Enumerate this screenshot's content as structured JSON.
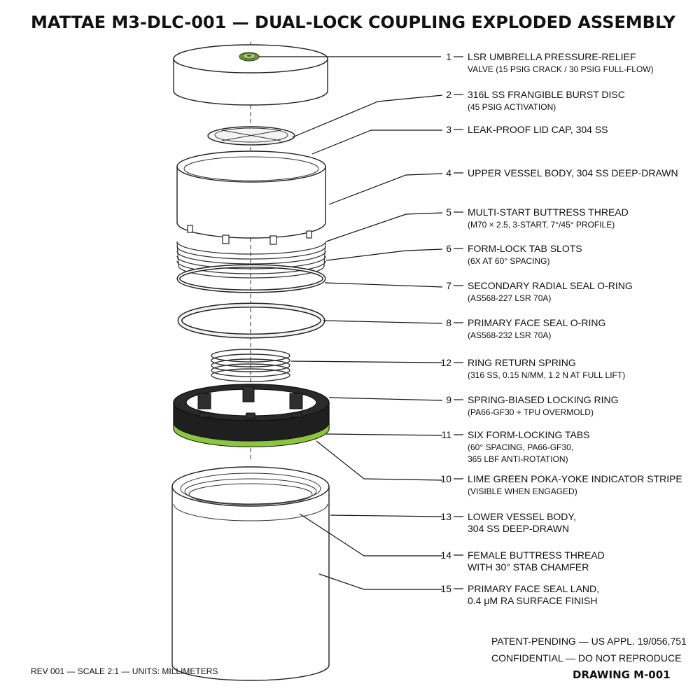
{
  "drawing": {
    "title": "MATTAE M3-DLC-001 — DUAL-LOCK COUPLING EXPLODED ASSEMBLY",
    "footer_left": "REV 001 — SCALE 2:1 — UNITS: MILLIMETERS",
    "patent": "PATENT-PENDING — US APPL. 19/056,751",
    "confidential": "CONFIDENTIAL — DO NOT REPRODUCE",
    "drawing_no": "DRAWING M-001"
  },
  "colors": {
    "accent_lime": "#8cc63f",
    "locking_ring": "#1f1f1f",
    "line": "#222222",
    "part_fill": "#ffffff"
  },
  "callouts": [
    {
      "num": "1",
      "lines": [
        "LSR UMBRELLA PRESSURE-RELIEF",
        "VALVE (15 PSIG CRACK / 30 PSIG FULL-FLOW)"
      ]
    },
    {
      "num": "2",
      "lines": [
        "316L SS FRANGIBLE BURST DISC",
        "(45 PSIG ACTIVATION)"
      ]
    },
    {
      "num": "3",
      "lines": [
        "LEAK-PROOF LID CAP, 304 SS"
      ]
    },
    {
      "num": "4",
      "lines": [
        "UPPER VESSEL BODY, 304 SS DEEP-DRAWN"
      ]
    },
    {
      "num": "5",
      "lines": [
        "MULTI-START BUTTRESS THREAD",
        "(M70 × 2.5, 3-START, 7°/45° PROFILE)"
      ]
    },
    {
      "num": "6",
      "lines": [
        "FORM-LOCK TAB SLOTS",
        "(6X AT 60° SPACING)"
      ]
    },
    {
      "num": "7",
      "lines": [
        "SECONDARY RADIAL SEAL O-RING",
        "(AS568-227 LSR 70A)"
      ]
    },
    {
      "num": "8",
      "lines": [
        "PRIMARY FACE SEAL O-RING",
        "(AS568-232 LSR 70A)"
      ]
    },
    {
      "num": "12",
      "lines": [
        "RING RETURN SPRING",
        "(316 SS, 0.15 N/MM, 1.2 N AT FULL LIFT)"
      ]
    },
    {
      "num": "9",
      "lines": [
        "SPRING-BIASED LOCKING RING",
        "(PA66-GF30 + TPU OVERMOLD)"
      ]
    },
    {
      "num": "11",
      "lines": [
        "SIX FORM-LOCKING TABS",
        "(60° SPACING, PA66-GF30,",
        "365 LBF ANTI-ROTATION)"
      ]
    },
    {
      "num": "10",
      "lines": [
        "LIME GREEN POKA-YOKE INDICATOR STRIPE",
        "(VISIBLE WHEN ENGAGED)"
      ]
    },
    {
      "num": "13",
      "lines": [
        "LOWER VESSEL BODY,",
        "304 SS DEEP-DRAWN"
      ]
    },
    {
      "num": "14",
      "lines": [
        "FEMALE BUTTRESS THREAD",
        "WITH 30° STAB CHAMFER"
      ]
    },
    {
      "num": "15",
      "lines": [
        "PRIMARY FACE SEAL LAND,",
        "0.4 μM RA SURFACE FINISH"
      ]
    }
  ]
}
